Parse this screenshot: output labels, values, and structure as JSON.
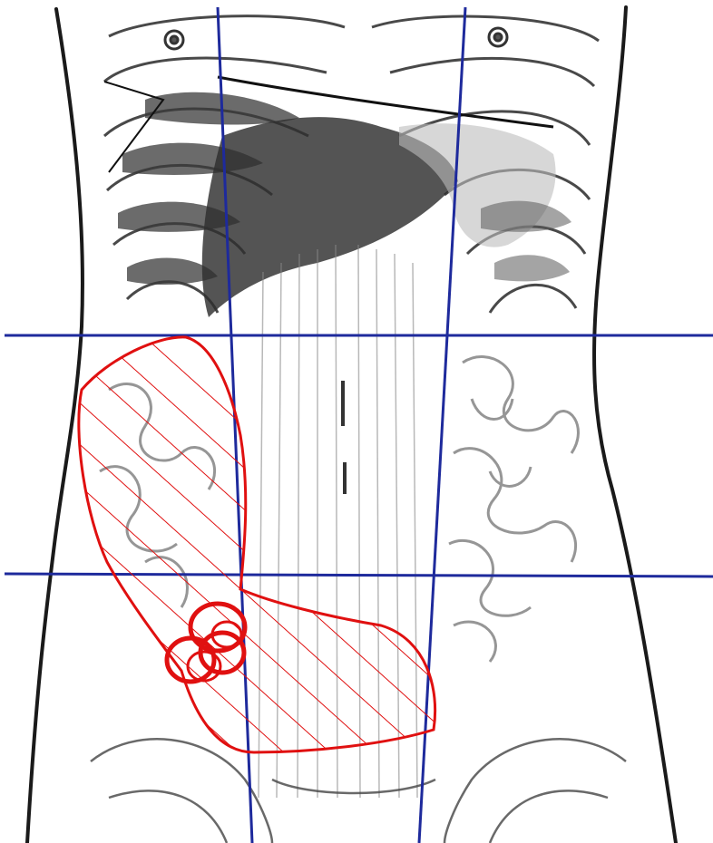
{
  "diagram": {
    "subject": "anterior-abdomen-quadrant-map",
    "colors": {
      "background": "#ffffff",
      "outline": "#1a1a1a",
      "shading_dark": "#3a3a3a",
      "shading_light": "#9a9a9a",
      "grid_lines": "#1e2a9c",
      "annotation": "#e01010"
    },
    "grid": {
      "vertical_lines": 2,
      "horizontal_lines": 2,
      "regions": 9
    },
    "annotations": {
      "hatched_pain_region": true,
      "circled_focus": true
    }
  }
}
